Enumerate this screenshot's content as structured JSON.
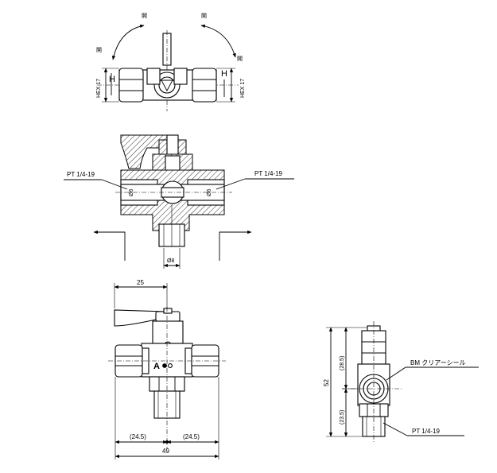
{
  "top_view": {
    "open_left": "開",
    "open_left_lower": "開",
    "open_right": "開",
    "open_right_lower": "開",
    "hex_left": "HEX 17",
    "hex_right": "HEX 17",
    "h_left": "H",
    "h_right": "H"
  },
  "section_view": {
    "port_left": "PT 1/4-19",
    "port_right": "PT 1/4-19",
    "dia_left": "Ø6",
    "dia_right": "Ø6",
    "dia_bottom": "Ø8"
  },
  "front_view": {
    "dim_handle": "25",
    "dim_left_half": "(24.5)",
    "dim_right_half": "(24.5)",
    "dim_total": "49",
    "logo_letter": "A"
  },
  "side_view": {
    "dim_height": "52",
    "dim_upper": "(28.5)",
    "dim_lower": "(23.5)",
    "label_seal": "BM クリアーシール",
    "label_port": "PT 1/4-19"
  }
}
